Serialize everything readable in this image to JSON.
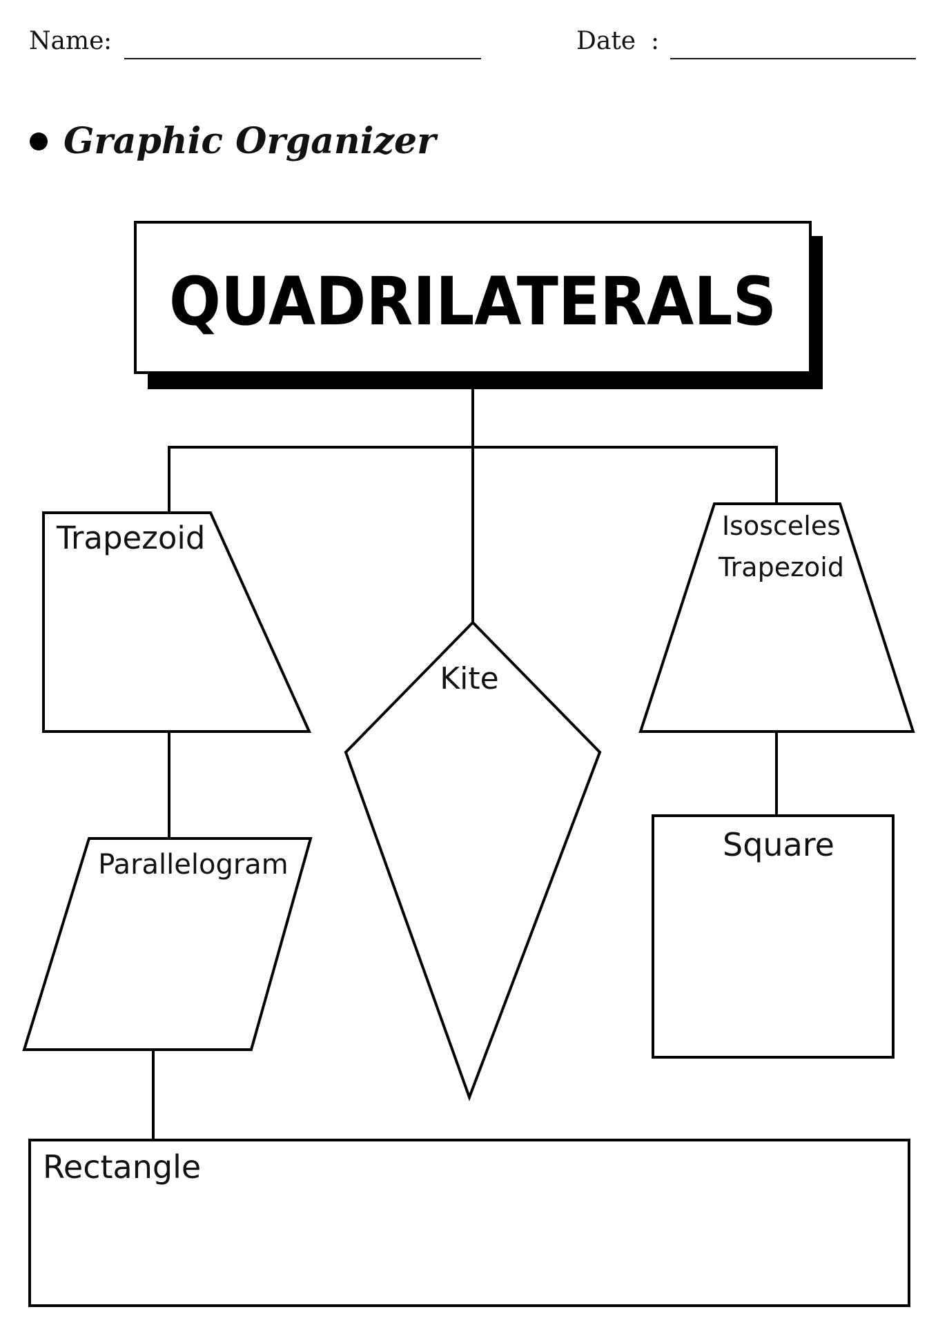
{
  "header": {
    "name_label": "Name",
    "date_label": "Date",
    "separator": ":"
  },
  "heading": {
    "bullet": "●",
    "title": "Graphic Organizer"
  },
  "diagram": {
    "root": "QUADRILATERALS",
    "shapes": {
      "trapezoid": "Trapezoid",
      "isosceles_trapezoid_line1": "Isosceles",
      "isosceles_trapezoid_line2": "Trapezoid",
      "kite": "Kite",
      "parallelogram": "Parallelogram",
      "square": "Square",
      "rectangle": "Rectangle"
    }
  }
}
